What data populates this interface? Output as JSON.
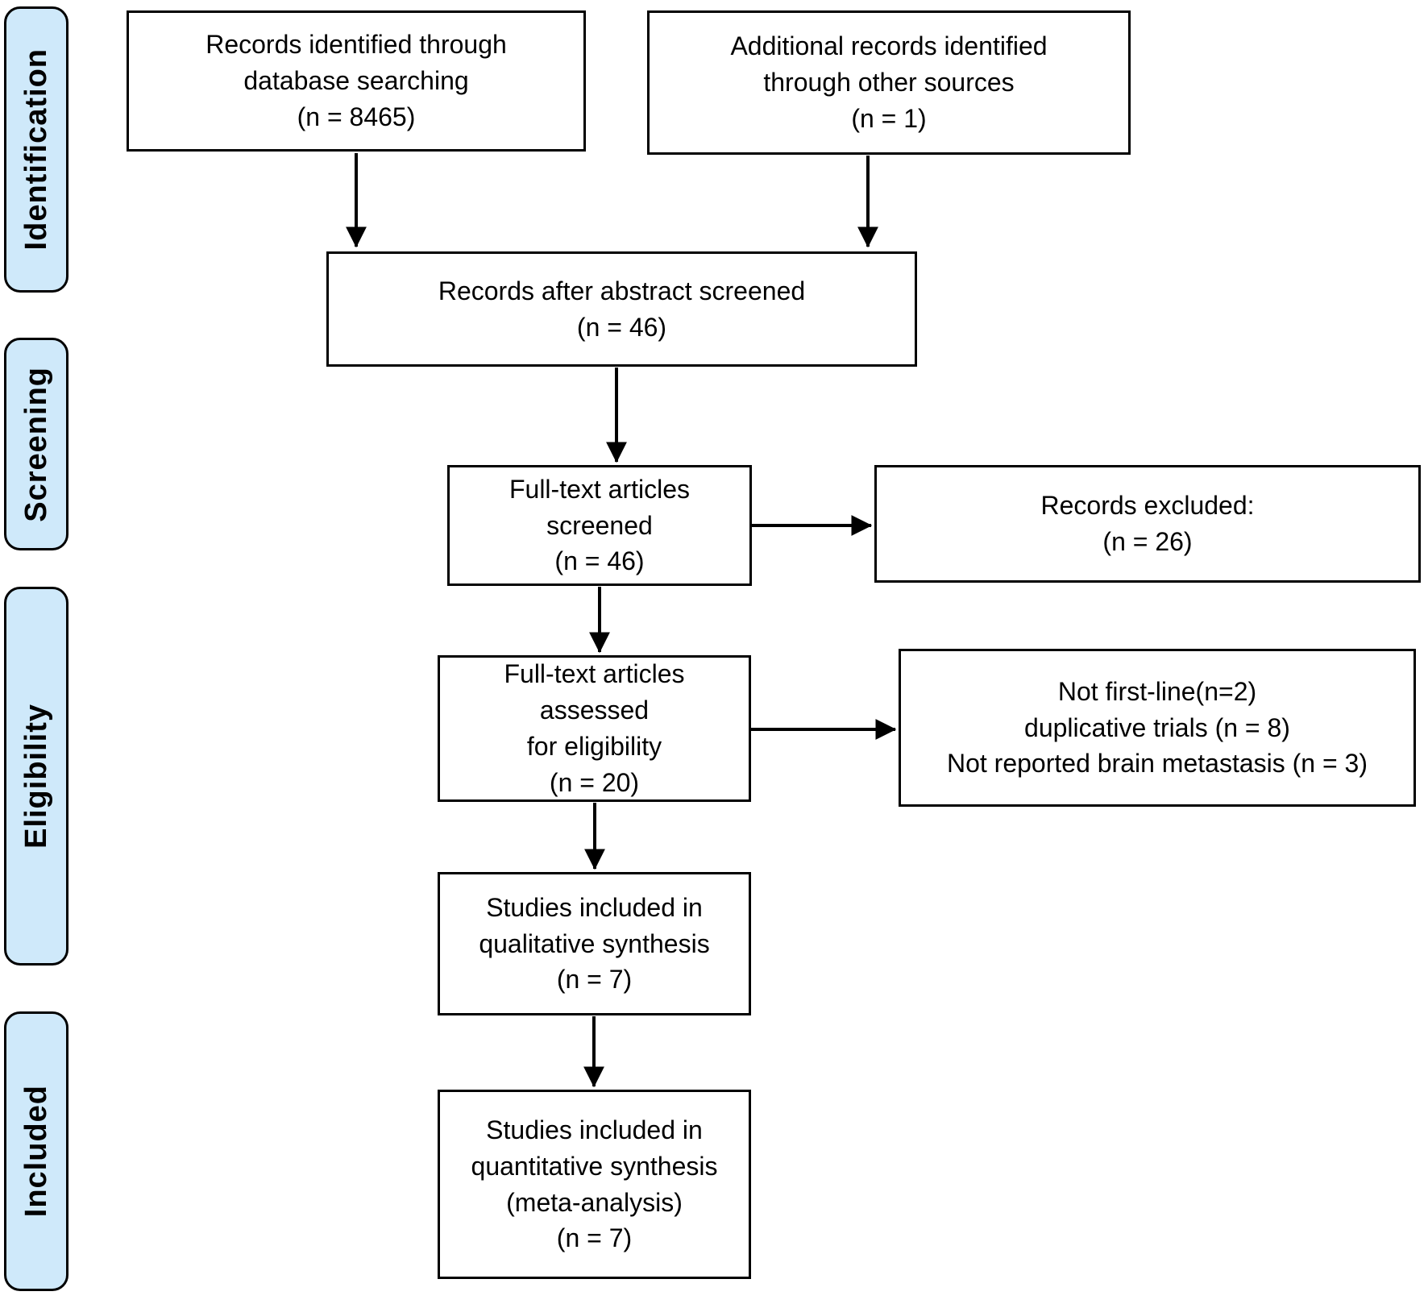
{
  "colors": {
    "stage_fill": "#cfe9fa",
    "line_color": "#000000"
  },
  "sidebar": {
    "stages": [
      {
        "label": "Identification"
      },
      {
        "label": "Screening"
      },
      {
        "label": "Eligibility"
      },
      {
        "label": "Included"
      }
    ]
  },
  "nodes": {
    "records_identified": {
      "text": "Records identified through\ndatabase searching\n(n = 8465)"
    },
    "additional_records": {
      "text": "Additional records identified\nthrough other sources\n(n = 1)"
    },
    "records_after_screening": {
      "text": "Records after abstract screened\n(n = 46)"
    },
    "fulltext_screened": {
      "text": "Full-text articles screened\n(n = 46)"
    },
    "records_excluded": {
      "text": "Records excluded:\n(n = 26)"
    },
    "fulltext_assessed": {
      "text": "Full-text articles assessed\nfor eligibility\n(n = 20)"
    },
    "exclusion_reasons": {
      "text": "Not first-line(n=2)\nduplicative trials (n = 8)\nNot reported brain metastasis (n = 3)"
    },
    "qualitative_synthesis": {
      "text": "Studies included in\nqualitative synthesis\n(n = 7)"
    },
    "quantitative_synthesis": {
      "text": "Studies included in\nquantitative synthesis\n(meta-analysis)\n(n = 7)"
    }
  }
}
